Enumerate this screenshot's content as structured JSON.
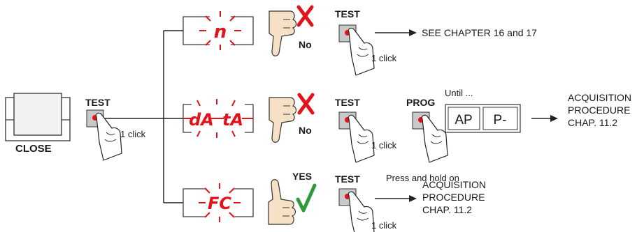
{
  "diagram": {
    "start": {
      "label": "CLOSE"
    },
    "test_button": {
      "label": "TEST",
      "caption": "1 click"
    },
    "branches": [
      {
        "display": "n",
        "result": "No",
        "action_label": "TEST",
        "action_caption": "1 click",
        "outcome": "SEE CHAPTER 16 and 17"
      },
      {
        "display_left": "dA",
        "display_right": "tA",
        "result": "No",
        "action_label": "TEST",
        "action_caption": "1 click",
        "prog_label": "PROG",
        "prog_caption": "Press and hold on",
        "until_label": "Until ...",
        "until_left": "AP",
        "until_right": "P-",
        "outcome_lines": [
          "ACQUISITION",
          "PROCEDURE",
          "CHAP. 11.2"
        ]
      },
      {
        "display": "FC",
        "result": "YES",
        "action_label": "TEST",
        "action_caption": "1 click",
        "outcome_lines": [
          "ACQUISITION",
          "PROCEDURE",
          "CHAP. 11.2"
        ]
      }
    ],
    "colors": {
      "led": "#e3131b",
      "cross": "#e3131b",
      "check": "#2e9a3a",
      "button": "#c9c9c9",
      "skin": "#f6e1c7"
    }
  }
}
